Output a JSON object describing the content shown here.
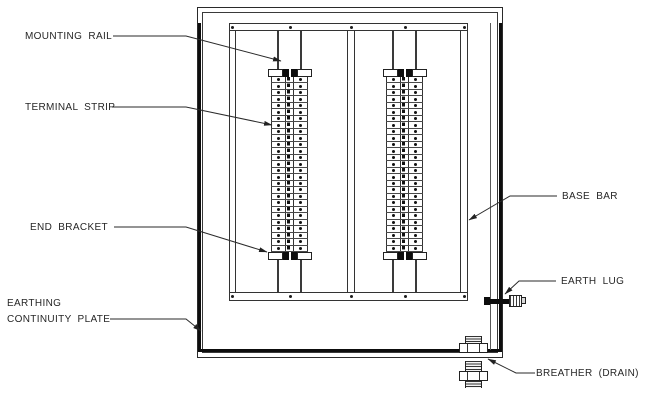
{
  "diagram": {
    "type": "technical-drawing",
    "labels": {
      "mounting_rail": "MOUNTING RAIL",
      "terminal_strip": "TERMINAL STRIP",
      "end_bracket": "END BRACKET",
      "earthing_line1": "EARTHING",
      "earthing_line2": "CONTINUITY PLATE",
      "base_bar": "BASE BAR",
      "earth_lug": "EARTH LUG",
      "breather": "BREATHER (DRAIN)"
    },
    "terminal_strips": {
      "count": 2,
      "rows_per_strip": 27,
      "columns_per_row": 2
    },
    "colors": {
      "line": "#2a2a2a",
      "plate": "#0d0d0d",
      "background": "#ffffff"
    }
  }
}
